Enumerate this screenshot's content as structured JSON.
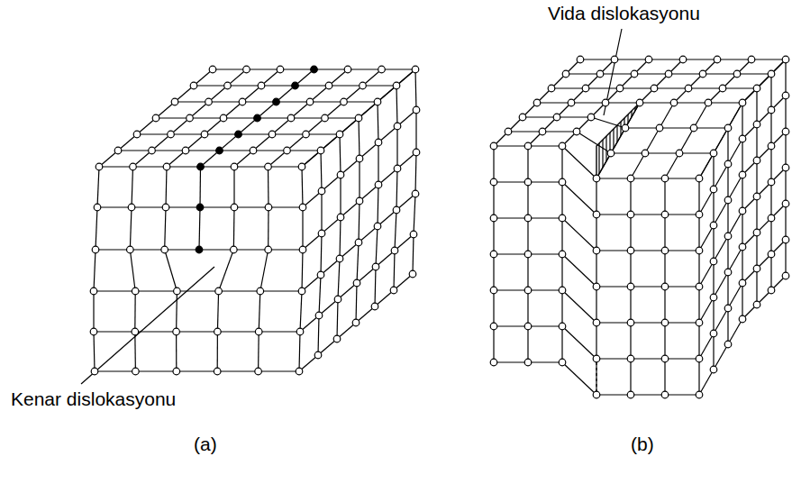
{
  "diagram": {
    "labels": [
      "Vida dislokasyonu",
      "Kenar dislokasyonu",
      "(a)",
      "(b)"
    ]
  }
}
